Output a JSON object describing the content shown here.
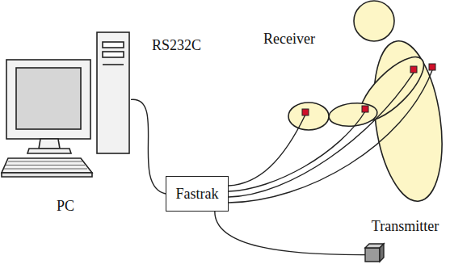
{
  "diagram": {
    "nodes": [
      {
        "text": [
          "PC"
        ]
      },
      {
        "text": [
          "Fastrak"
        ]
      },
      {
        "text": [
          "Transmitter"
        ]
      }
    ],
    "edges": [
      {
        "from": 0,
        "to": 1,
        "arrow": "none",
        "label": "RS232C"
      },
      {
        "from": 1,
        "to": 2,
        "arrow": "none"
      }
    ],
    "labels": [
      "Receiver"
    ]
  }
}
